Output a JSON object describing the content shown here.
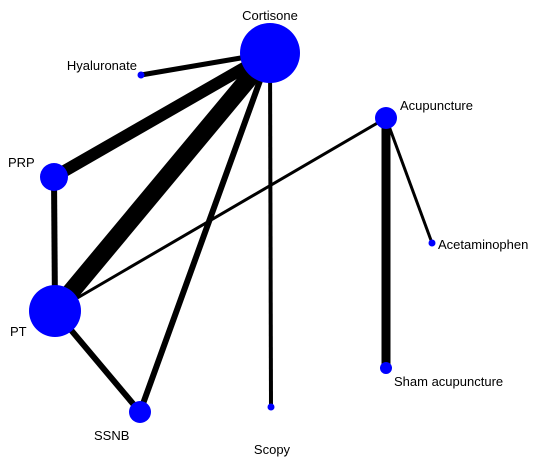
{
  "colors": {
    "node": "#0000ff",
    "edge": "#000000",
    "label": "#000000",
    "background": "#ffffff"
  },
  "nodes": [
    {
      "id": "cortisone",
      "label": "Cortisone"
    },
    {
      "id": "hyaluronate",
      "label": "Hyaluronate"
    },
    {
      "id": "acupuncture",
      "label": "Acupuncture"
    },
    {
      "id": "prp",
      "label": "PRP"
    },
    {
      "id": "acetaminophen",
      "label": "Acetaminophen"
    },
    {
      "id": "pt",
      "label": "PT"
    },
    {
      "id": "sham",
      "label": "Sham acupuncture"
    },
    {
      "id": "ssnb",
      "label": "SSNB"
    },
    {
      "id": "scopy",
      "label": "Scopy"
    }
  ],
  "edges": [
    {
      "from": "cortisone",
      "to": "hyaluronate"
    },
    {
      "from": "cortisone",
      "to": "prp"
    },
    {
      "from": "cortisone",
      "to": "pt"
    },
    {
      "from": "cortisone",
      "to": "ssnb"
    },
    {
      "from": "cortisone",
      "to": "scopy"
    },
    {
      "from": "prp",
      "to": "pt"
    },
    {
      "from": "pt",
      "to": "ssnb"
    },
    {
      "from": "pt",
      "to": "acupuncture"
    },
    {
      "from": "acupuncture",
      "to": "acetaminophen"
    },
    {
      "from": "acupuncture",
      "to": "sham"
    }
  ]
}
